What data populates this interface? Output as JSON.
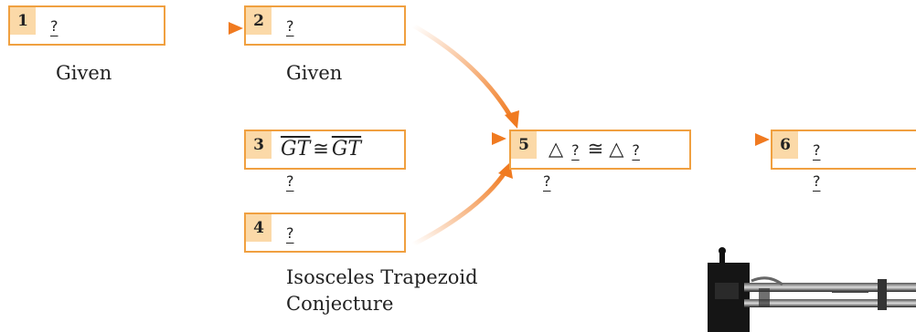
{
  "proof_flowchart": {
    "steps": [
      {
        "number": "1",
        "statement": "?",
        "reason": "Given"
      },
      {
        "number": "2",
        "statement": "?",
        "reason": "Given"
      },
      {
        "number": "3",
        "statement_left": "GT",
        "statement_symbol": "≅",
        "statement_right": "GT",
        "reason": "?"
      },
      {
        "number": "4",
        "statement": "?",
        "reason_line1": "Isosceles Trapezoid",
        "reason_line2": "Conjecture"
      },
      {
        "number": "5",
        "triangle_symbol": "△",
        "statement_left": "?",
        "congruent_symbol": "≅",
        "statement_right": "?",
        "reason": "?"
      },
      {
        "number": "6",
        "statement": "?",
        "reason": "?"
      }
    ]
  },
  "colors": {
    "box_border": "#f0a040",
    "number_tab": "#fbd9a8",
    "arrow": "#f07a20"
  },
  "icons": {
    "lamp_photo": "desk-lamp-photo"
  }
}
